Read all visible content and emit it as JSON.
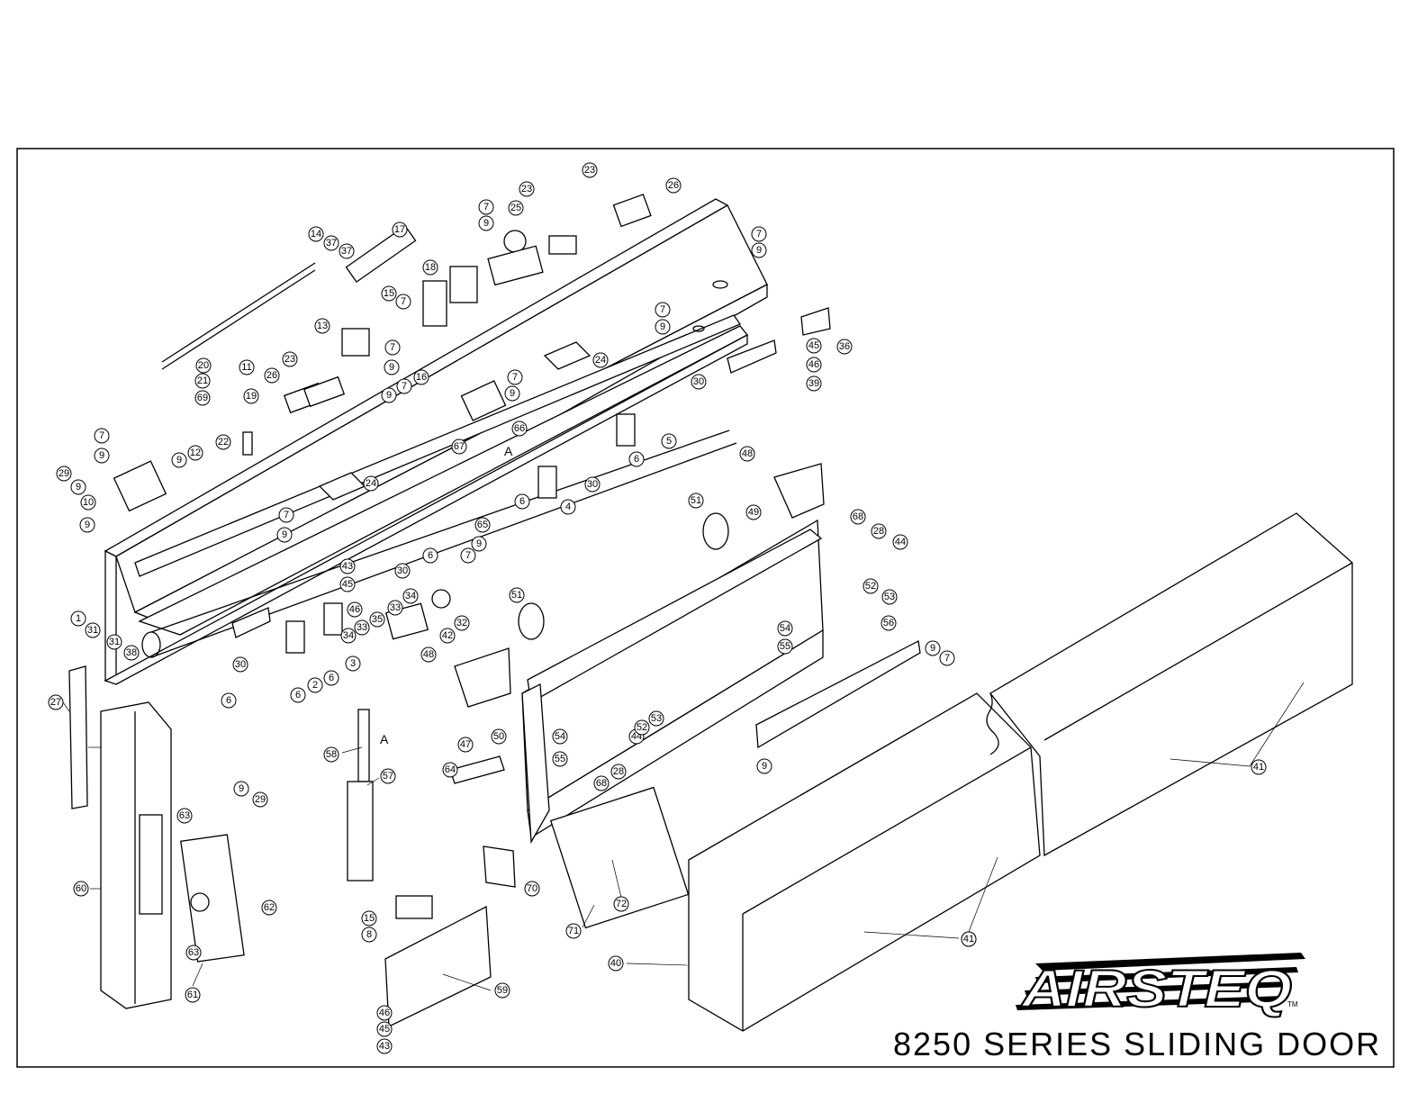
{
  "drawing": {
    "title": "8250 SERIES SLIDING DOOR",
    "brand": "AIRSTEQ",
    "trademark": "TM",
    "section_marker": "A"
  },
  "callouts": [
    {
      "id": "c1",
      "label": "1"
    },
    {
      "id": "c2",
      "label": "2"
    },
    {
      "id": "c3",
      "label": "3"
    },
    {
      "id": "c4",
      "label": "4"
    },
    {
      "id": "c5",
      "label": "5"
    },
    {
      "id": "c6a",
      "label": "6"
    },
    {
      "id": "c6b",
      "label": "6"
    },
    {
      "id": "c6c",
      "label": "6"
    },
    {
      "id": "c6d",
      "label": "6"
    },
    {
      "id": "c6e",
      "label": "6"
    },
    {
      "id": "c6f",
      "label": "6"
    },
    {
      "id": "c7a",
      "label": "7"
    },
    {
      "id": "c7b",
      "label": "7"
    },
    {
      "id": "c7c",
      "label": "7"
    },
    {
      "id": "c7d",
      "label": "7"
    },
    {
      "id": "c7e",
      "label": "7"
    },
    {
      "id": "c7f",
      "label": "7"
    },
    {
      "id": "c7g",
      "label": "7"
    },
    {
      "id": "c7h",
      "label": "7"
    },
    {
      "id": "c7i",
      "label": "7"
    },
    {
      "id": "c7j",
      "label": "7"
    },
    {
      "id": "c7k",
      "label": "7"
    },
    {
      "id": "c8",
      "label": "8"
    },
    {
      "id": "c9a",
      "label": "9"
    },
    {
      "id": "c9b",
      "label": "9"
    },
    {
      "id": "c9c",
      "label": "9"
    },
    {
      "id": "c9d",
      "label": "9"
    },
    {
      "id": "c9e",
      "label": "9"
    },
    {
      "id": "c9f",
      "label": "9"
    },
    {
      "id": "c9g",
      "label": "9"
    },
    {
      "id": "c9h",
      "label": "9"
    },
    {
      "id": "c9i",
      "label": "9"
    },
    {
      "id": "c9j",
      "label": "9"
    },
    {
      "id": "c9k",
      "label": "9"
    },
    {
      "id": "c9l",
      "label": "9"
    },
    {
      "id": "c9m",
      "label": "9"
    },
    {
      "id": "c9n",
      "label": "9"
    },
    {
      "id": "c9o",
      "label": "9"
    },
    {
      "id": "c10",
      "label": "10"
    },
    {
      "id": "c11",
      "label": "11"
    },
    {
      "id": "c12",
      "label": "12"
    },
    {
      "id": "c13",
      "label": "13"
    },
    {
      "id": "c14",
      "label": "14"
    },
    {
      "id": "c15a",
      "label": "15"
    },
    {
      "id": "c15b",
      "label": "15"
    },
    {
      "id": "c16",
      "label": "16"
    },
    {
      "id": "c17",
      "label": "17"
    },
    {
      "id": "c18",
      "label": "18"
    },
    {
      "id": "c19",
      "label": "19"
    },
    {
      "id": "c20",
      "label": "20"
    },
    {
      "id": "c21",
      "label": "21"
    },
    {
      "id": "c22",
      "label": "22"
    },
    {
      "id": "c23a",
      "label": "23"
    },
    {
      "id": "c23b",
      "label": "23"
    },
    {
      "id": "c23c",
      "label": "23"
    },
    {
      "id": "c24a",
      "label": "24"
    },
    {
      "id": "c24b",
      "label": "24"
    },
    {
      "id": "c25",
      "label": "25"
    },
    {
      "id": "c26a",
      "label": "26"
    },
    {
      "id": "c26b",
      "label": "26"
    },
    {
      "id": "c27",
      "label": "27"
    },
    {
      "id": "c28a",
      "label": "28"
    },
    {
      "id": "c28b",
      "label": "28"
    },
    {
      "id": "c29a",
      "label": "29"
    },
    {
      "id": "c29b",
      "label": "29"
    },
    {
      "id": "c30a",
      "label": "30"
    },
    {
      "id": "c30b",
      "label": "30"
    },
    {
      "id": "c30c",
      "label": "30"
    },
    {
      "id": "c30d",
      "label": "30"
    },
    {
      "id": "c31a",
      "label": "31"
    },
    {
      "id": "c31b",
      "label": "31"
    },
    {
      "id": "c32",
      "label": "32"
    },
    {
      "id": "c33a",
      "label": "33"
    },
    {
      "id": "c33b",
      "label": "33"
    },
    {
      "id": "c34a",
      "label": "34"
    },
    {
      "id": "c34b",
      "label": "34"
    },
    {
      "id": "c35",
      "label": "35"
    },
    {
      "id": "c36",
      "label": "36"
    },
    {
      "id": "c37a",
      "label": "37"
    },
    {
      "id": "c37b",
      "label": "37"
    },
    {
      "id": "c38",
      "label": "38"
    },
    {
      "id": "c39",
      "label": "39"
    },
    {
      "id": "c40",
      "label": "40"
    },
    {
      "id": "c41a",
      "label": "41"
    },
    {
      "id": "c41b",
      "label": "41"
    },
    {
      "id": "c41c",
      "label": "41"
    },
    {
      "id": "c42",
      "label": "42"
    },
    {
      "id": "c43a",
      "label": "43"
    },
    {
      "id": "c43b",
      "label": "43"
    },
    {
      "id": "c44a",
      "label": "44"
    },
    {
      "id": "c44b",
      "label": "44"
    },
    {
      "id": "c45a",
      "label": "45"
    },
    {
      "id": "c45b",
      "label": "45"
    },
    {
      "id": "c45c",
      "label": "45"
    },
    {
      "id": "c46a",
      "label": "46"
    },
    {
      "id": "c46b",
      "label": "46"
    },
    {
      "id": "c46c",
      "label": "46"
    },
    {
      "id": "c47",
      "label": "47"
    },
    {
      "id": "c48a",
      "label": "48"
    },
    {
      "id": "c48b",
      "label": "48"
    },
    {
      "id": "c49",
      "label": "49"
    },
    {
      "id": "c50",
      "label": "50"
    },
    {
      "id": "c51a",
      "label": "51"
    },
    {
      "id": "c51b",
      "label": "51"
    },
    {
      "id": "c52a",
      "label": "52"
    },
    {
      "id": "c52b",
      "label": "52"
    },
    {
      "id": "c53a",
      "label": "53"
    },
    {
      "id": "c53b",
      "label": "53"
    },
    {
      "id": "c54a",
      "label": "54"
    },
    {
      "id": "c54b",
      "label": "54"
    },
    {
      "id": "c55a",
      "label": "55"
    },
    {
      "id": "c55b",
      "label": "55"
    },
    {
      "id": "c56",
      "label": "56"
    },
    {
      "id": "c57",
      "label": "57"
    },
    {
      "id": "c58",
      "label": "58"
    },
    {
      "id": "c59",
      "label": "59"
    },
    {
      "id": "c60",
      "label": "60"
    },
    {
      "id": "c61",
      "label": "61"
    },
    {
      "id": "c62",
      "label": "62"
    },
    {
      "id": "c63a",
      "label": "63"
    },
    {
      "id": "c63b",
      "label": "63"
    },
    {
      "id": "c64",
      "label": "64"
    },
    {
      "id": "c65",
      "label": "65"
    },
    {
      "id": "c66",
      "label": "66"
    },
    {
      "id": "c67",
      "label": "67"
    },
    {
      "id": "c68a",
      "label": "68"
    },
    {
      "id": "c68b",
      "label": "68"
    },
    {
      "id": "c69",
      "label": "69"
    },
    {
      "id": "c70",
      "label": "70"
    },
    {
      "id": "c71",
      "label": "71"
    },
    {
      "id": "c72",
      "label": "72"
    }
  ]
}
